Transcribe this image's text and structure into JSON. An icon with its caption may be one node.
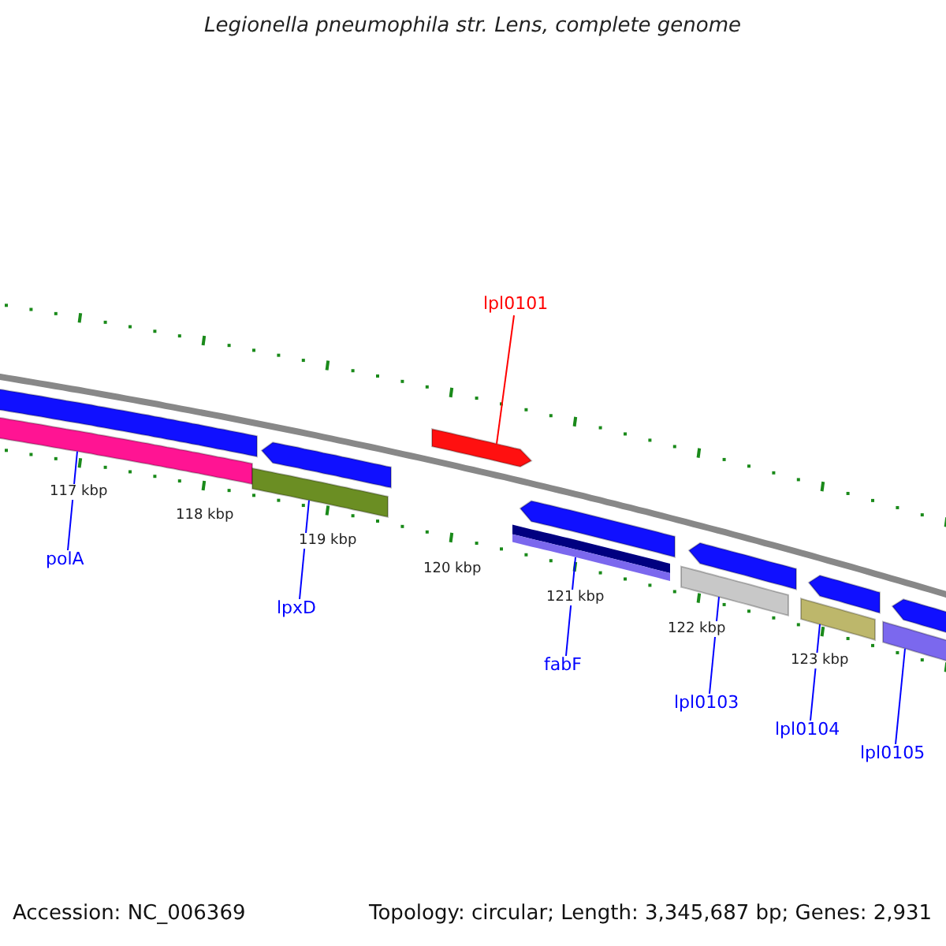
{
  "diagram": {
    "title": "Legionella pneumophila str. Lens, complete genome",
    "nodes": [
      {
        "text": [
          "lpl0101"
        ]
      },
      {
        "text": [],
        "shape": "arrow"
      },
      {
        "text": [],
        "shape": "arrow"
      },
      {
        "text": [],
        "shape": "arrow"
      },
      {
        "text": [],
        "shape": "arrow"
      },
      {
        "text": [],
        "shape": "arrow"
      },
      {
        "text": [],
        "shape": "arrow"
      },
      {
        "text": [],
        "shape": "arrow"
      },
      {
        "text": [],
        "shape": "bar"
      },
      {
        "text": [],
        "shape": "bar"
      },
      {
        "text": [],
        "shape": "bar"
      },
      {
        "text": [],
        "shape": "bar"
      },
      {
        "text": [],
        "shape": "bar"
      },
      {
        "text": [],
        "shape": "bar"
      },
      {
        "text": [
          "polA"
        ]
      },
      {
        "text": [
          "lpxD"
        ]
      },
      {
        "text": [
          "fabF"
        ]
      },
      {
        "text": [
          "lpl0103"
        ]
      },
      {
        "text": [
          "lpl0104"
        ]
      },
      {
        "text": [
          "lpl0105"
        ]
      }
    ],
    "edges": [
      {
        "from": 0,
        "to": 1,
        "arrow": "none",
        "color": "#ff0000"
      },
      {
        "from": 14,
        "to": 8,
        "arrow": "none"
      },
      {
        "from": 15,
        "to": 9,
        "arrow": "none"
      },
      {
        "from": 16,
        "to": 10,
        "arrow": "none"
      },
      {
        "from": 17,
        "to": 11,
        "arrow": "none"
      },
      {
        "from": 18,
        "to": 12,
        "arrow": "none"
      },
      {
        "from": 19,
        "to": 13,
        "arrow": "none"
      }
    ],
    "labels": [
      "117 kbp",
      "118 kbp",
      "119 kbp",
      "120 kbp",
      "121 kbp",
      "122 kbp",
      "123 kbp",
      "Accession: NC_006369",
      "Topology: circular; Length: 3,345,687 bp; Genes: 2,931"
    ]
  }
}
